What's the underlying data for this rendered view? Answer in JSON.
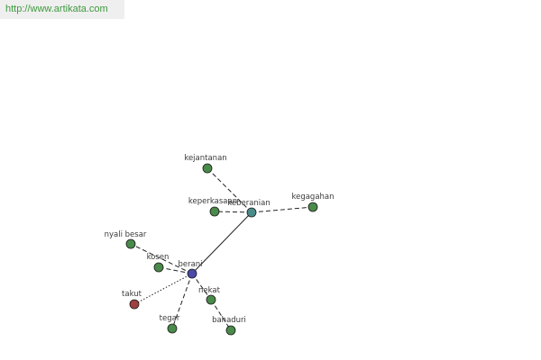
{
  "site_link": "http://www.artikata.com",
  "graph": {
    "nodes": [
      {
        "id": "berani",
        "label": "berani",
        "kind": "center",
        "color": "#4a4aa8"
      },
      {
        "id": "keberanian",
        "label": "keberanian",
        "kind": "hub",
        "color": "#4a8c8a"
      },
      {
        "id": "kejantanan",
        "label": "kejantanan",
        "kind": "leaf",
        "color": "#4a8a4a"
      },
      {
        "id": "keperkasaan",
        "label": "keperkasaan",
        "kind": "leaf",
        "color": "#4a8a4a"
      },
      {
        "id": "kegagahan",
        "label": "kegagahan",
        "kind": "leaf",
        "color": "#4a8a4a"
      },
      {
        "id": "nyali-besar",
        "label": "nyali besar",
        "kind": "leaf",
        "color": "#4a8a4a"
      },
      {
        "id": "kosen",
        "label": "kosen",
        "kind": "leaf",
        "color": "#4a8a4a"
      },
      {
        "id": "takut",
        "label": "takut",
        "kind": "antonym",
        "color": "#a04040"
      },
      {
        "id": "nekat",
        "label": "nekat",
        "kind": "leaf",
        "color": "#4a8a4a"
      },
      {
        "id": "tegar",
        "label": "tegar",
        "kind": "leaf",
        "color": "#4a8a4a"
      },
      {
        "id": "bahaduri",
        "label": "bahaduri",
        "kind": "leaf",
        "color": "#4a8a4a"
      }
    ],
    "edges": [
      {
        "from": "berani",
        "to": "keberanian",
        "style": "solid"
      },
      {
        "from": "keberanian",
        "to": "kejantanan",
        "style": "dashed"
      },
      {
        "from": "keberanian",
        "to": "keperkasaan",
        "style": "dashed"
      },
      {
        "from": "keberanian",
        "to": "kegagahan",
        "style": "dashed"
      },
      {
        "from": "berani",
        "to": "nyali-besar",
        "style": "dashed"
      },
      {
        "from": "berani",
        "to": "kosen",
        "style": "dashed"
      },
      {
        "from": "berani",
        "to": "takut",
        "style": "dotted"
      },
      {
        "from": "berani",
        "to": "nekat",
        "style": "dashed"
      },
      {
        "from": "berani",
        "to": "tegar",
        "style": "dashed"
      },
      {
        "from": "nekat",
        "to": "bahaduri",
        "style": "dashed"
      }
    ]
  }
}
